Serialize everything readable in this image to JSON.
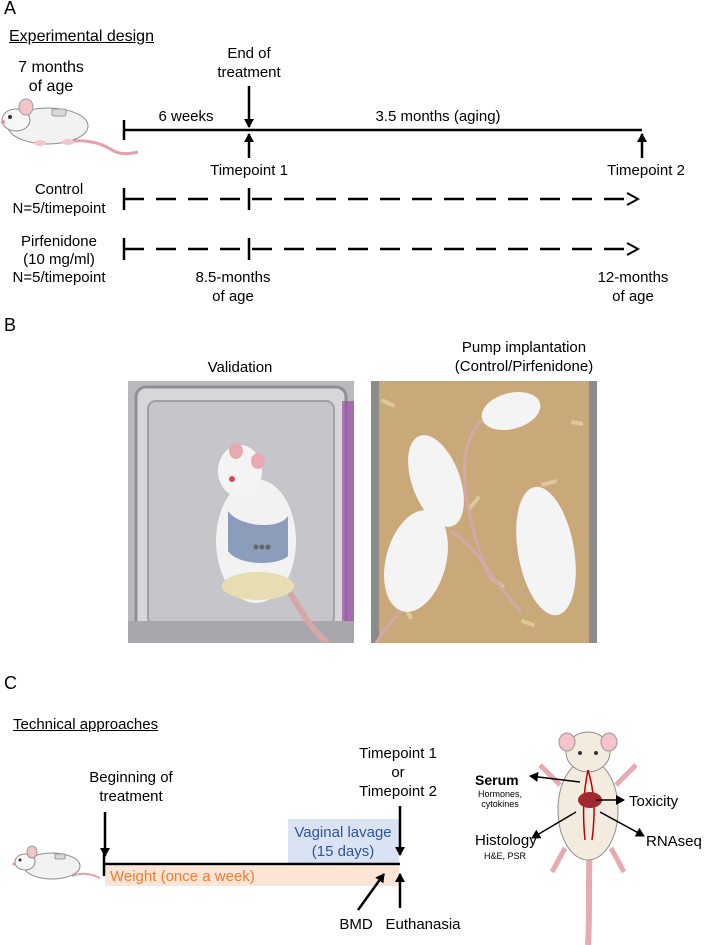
{
  "panel_a": {
    "label": "A",
    "title": "Experimental design",
    "age_start": [
      "7 months",
      "of age"
    ],
    "end_of_treatment": [
      "End of",
      "treatment"
    ],
    "six_weeks": "6 weeks",
    "aging": "3.5 months (aging)",
    "timepoint1": "Timepoint 1",
    "timepoint2": "Timepoint 2",
    "control": [
      "Control",
      "N=5/timepoint"
    ],
    "pirfenidone": [
      "Pirfenidone",
      "(10 mg/ml)",
      "N=5/timepoint"
    ],
    "age_mid": [
      "8.5-months",
      "of age"
    ],
    "age_end": [
      "12-months",
      "of age"
    ]
  },
  "panel_b": {
    "label": "B",
    "validation": "Validation",
    "pump": [
      "Pump implantation",
      "(Control/Pirfenidone)"
    ]
  },
  "panel_c": {
    "label": "C",
    "title": "Technical approaches",
    "beginning": [
      "Beginning of",
      "treatment"
    ],
    "timepoints": [
      "Timepoint 1",
      "or",
      "Timepoint 2"
    ],
    "vaginal_lavage": [
      "Vaginal lavage",
      "(15 days)"
    ],
    "weight": "Weight (once a week)",
    "bmd": "BMD",
    "euthanasia": "Euthanasia",
    "serum": "Serum",
    "serum_sub": [
      "Hormones,",
      "cytokines"
    ],
    "toxicity": "Toxicity",
    "histology": "Histology",
    "histology_sub": "H&E, PSR",
    "rnaseq": "RNAseq"
  },
  "colors": {
    "weight_bar": "#fbe5d6",
    "weight_text": "#ed7d31",
    "lavage_box": "#dae3f3",
    "lavage_text": "#2f5597",
    "cage_bg": "#bfbfbf",
    "bedding": "#c9a87a"
  }
}
